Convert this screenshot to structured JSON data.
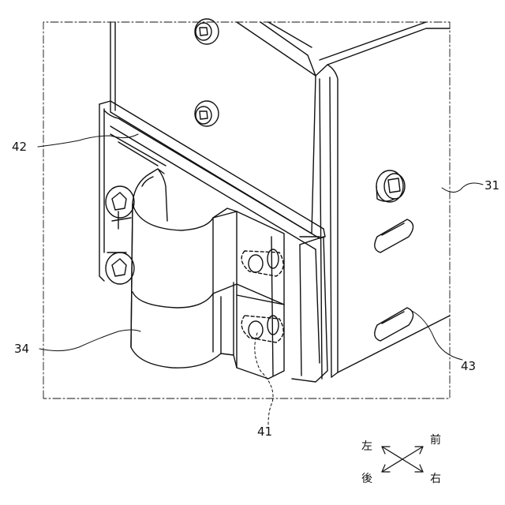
{
  "figure": {
    "reference_labels": {
      "label_31": "31",
      "label_34": "34",
      "label_41": "41",
      "label_42": "42",
      "label_43": "43"
    },
    "orientation": {
      "left": "左",
      "front": "前",
      "rear": "後",
      "right": "右"
    }
  }
}
